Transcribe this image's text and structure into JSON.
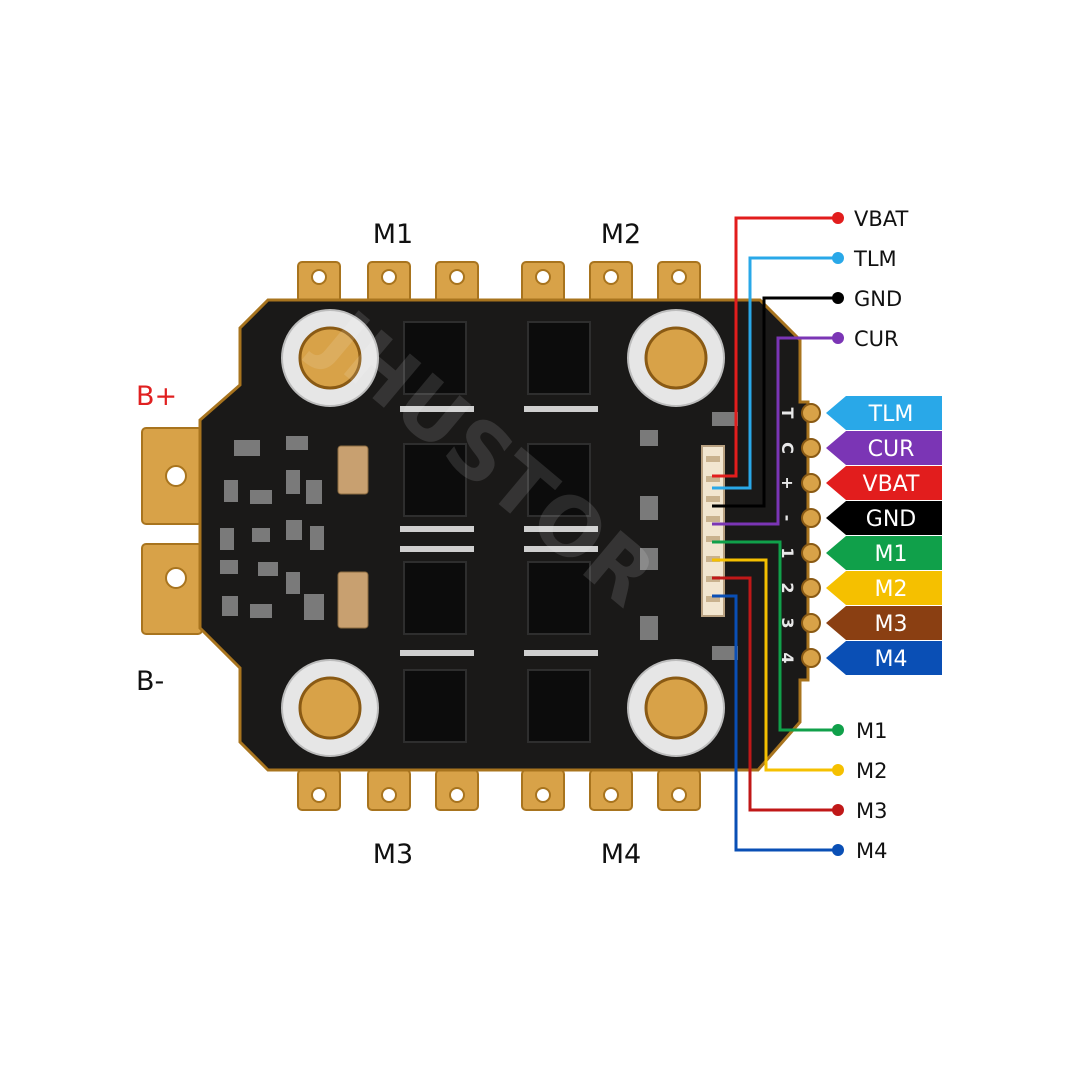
{
  "motor_labels": {
    "top_left": "M1",
    "top_right": "M2",
    "bottom_left": "M3",
    "bottom_right": "M4"
  },
  "battery_labels": {
    "positive": "B+",
    "negative": "B-",
    "positive_color": "#e02020",
    "negative_color": "#111111"
  },
  "board_pin_labels": [
    "T",
    "C",
    "+",
    "-",
    "1",
    "2",
    "3",
    "4"
  ],
  "watermark": "JHUSTOR",
  "pad_flags": [
    {
      "label": "TLM",
      "color": "#29a8e8"
    },
    {
      "label": "CUR",
      "color": "#7b35b5"
    },
    {
      "label": "VBAT",
      "color": "#e21d1d"
    },
    {
      "label": "GND",
      "color": "#000000"
    },
    {
      "label": "M1",
      "color": "#10a04a"
    },
    {
      "label": "M2",
      "color": "#f5c000"
    },
    {
      "label": "M3",
      "color": "#8a3f12"
    },
    {
      "label": "M4",
      "color": "#0a4fb5"
    }
  ],
  "connector_wires_top": [
    {
      "label": "VBAT",
      "color": "#e21d1d"
    },
    {
      "label": "TLM",
      "color": "#29a8e8"
    },
    {
      "label": "GND",
      "color": "#000000"
    },
    {
      "label": "CUR",
      "color": "#7b35b5"
    }
  ],
  "connector_wires_bottom": [
    {
      "label": "M1",
      "color": "#10a04a"
    },
    {
      "label": "M2",
      "color": "#f5c000"
    },
    {
      "label": "M3",
      "color": "#c01818"
    },
    {
      "label": "M4",
      "color": "#0a4fb5"
    }
  ]
}
